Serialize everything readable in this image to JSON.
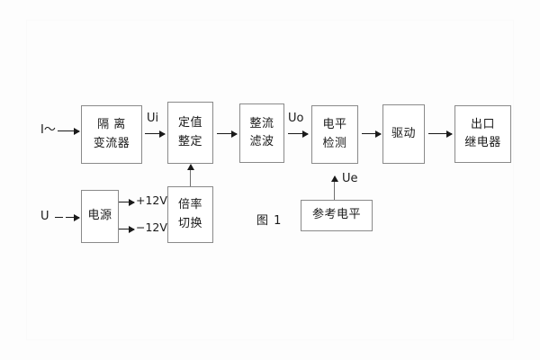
{
  "diagram": {
    "caption": "图 1",
    "inputs": [
      {
        "id": "current-input",
        "label": "I～"
      },
      {
        "id": "voltage-input",
        "label": "U"
      }
    ],
    "signals": [
      {
        "id": "ui",
        "label": "Ui"
      },
      {
        "id": "uo",
        "label": "Uo"
      },
      {
        "id": "ue",
        "label": "Ue"
      }
    ],
    "supply_rails": [
      {
        "id": "rail-positive",
        "label": "+12V"
      },
      {
        "id": "rail-negative",
        "label": "−12V"
      }
    ],
    "blocks": [
      {
        "id": "isolation-transformer",
        "lines": [
          "隔 离",
          "变流器"
        ]
      },
      {
        "id": "setting-adjustment",
        "lines": [
          "定值",
          "整定"
        ]
      },
      {
        "id": "rectify-filter",
        "lines": [
          "整流",
          "滤波"
        ]
      },
      {
        "id": "level-detection",
        "lines": [
          "电平",
          "检测"
        ]
      },
      {
        "id": "drive",
        "lines": [
          "驱动"
        ]
      },
      {
        "id": "output-relay",
        "lines": [
          "出口",
          "继电器"
        ]
      },
      {
        "id": "power-supply",
        "lines": [
          "电源"
        ]
      },
      {
        "id": "multiplier-switch",
        "lines": [
          "倍率",
          "切换"
        ]
      },
      {
        "id": "reference-level",
        "lines": [
          "参考电平"
        ]
      }
    ]
  }
}
